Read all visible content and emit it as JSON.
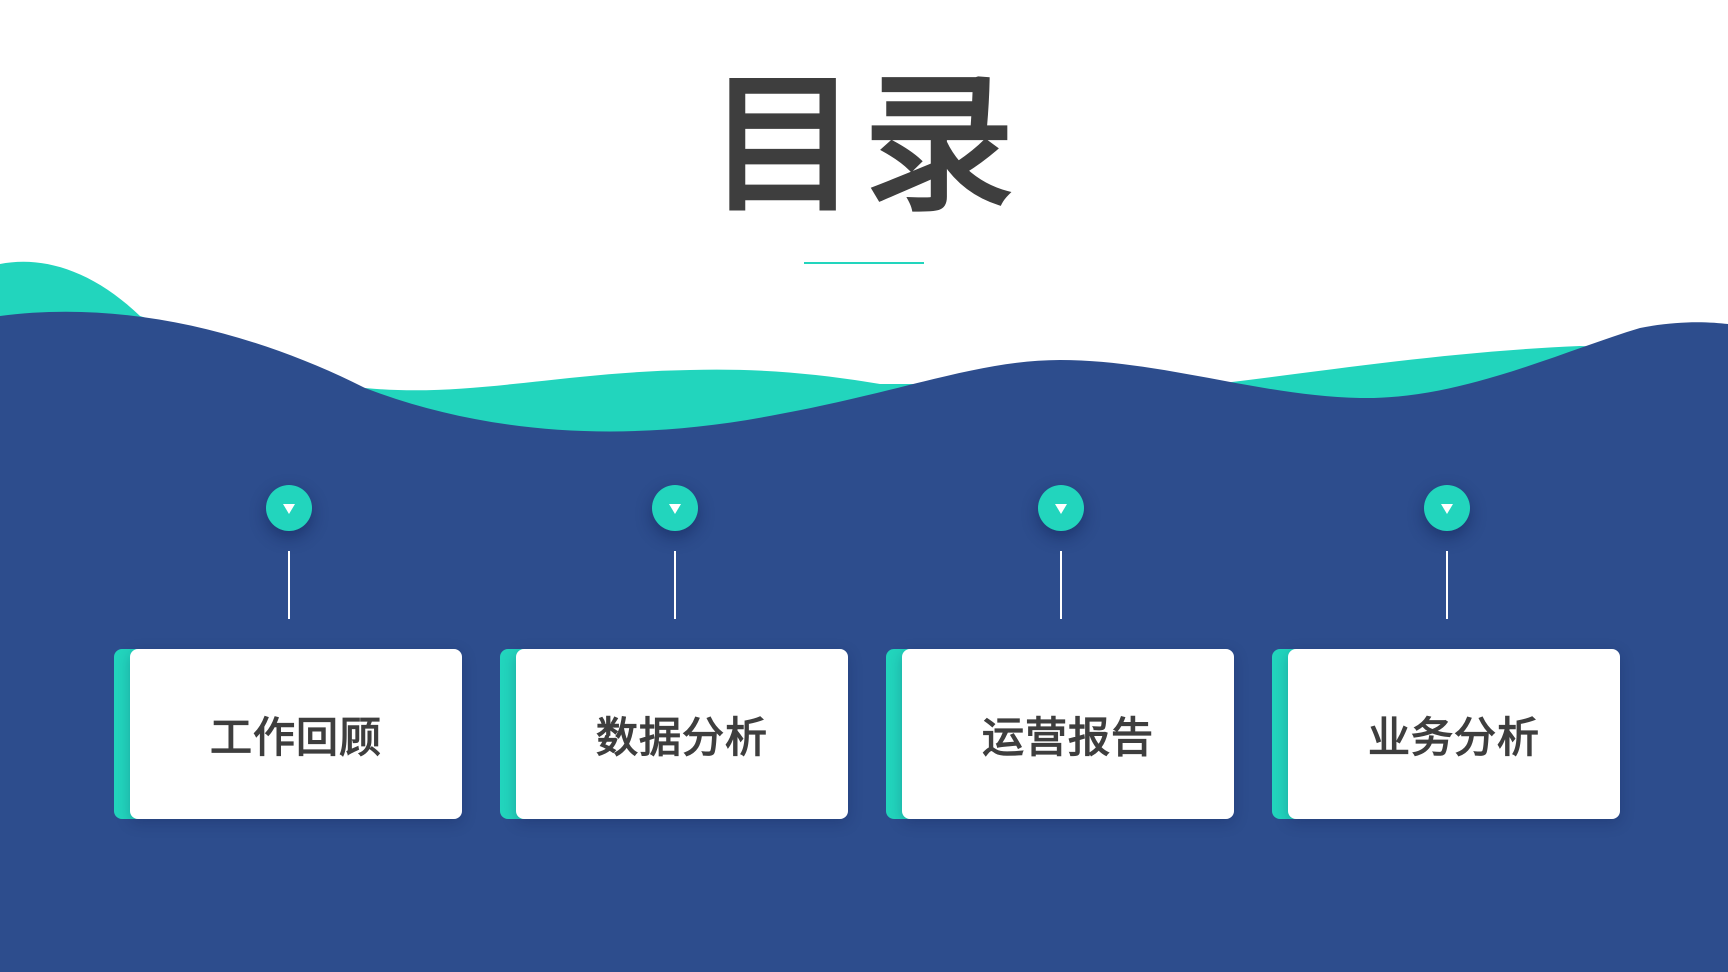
{
  "title": "目录",
  "colors": {
    "navy": "#2d4d8d",
    "teal": "#22d5bd",
    "text": "#3e3e3e",
    "background": "#ffffff"
  },
  "items": [
    {
      "label": "工作回顾",
      "icon": "chevron-down-icon"
    },
    {
      "label": "数据分析",
      "icon": "chevron-down-icon"
    },
    {
      "label": "运营报告",
      "icon": "chevron-down-icon"
    },
    {
      "label": "业务分析",
      "icon": "chevron-down-icon"
    }
  ]
}
